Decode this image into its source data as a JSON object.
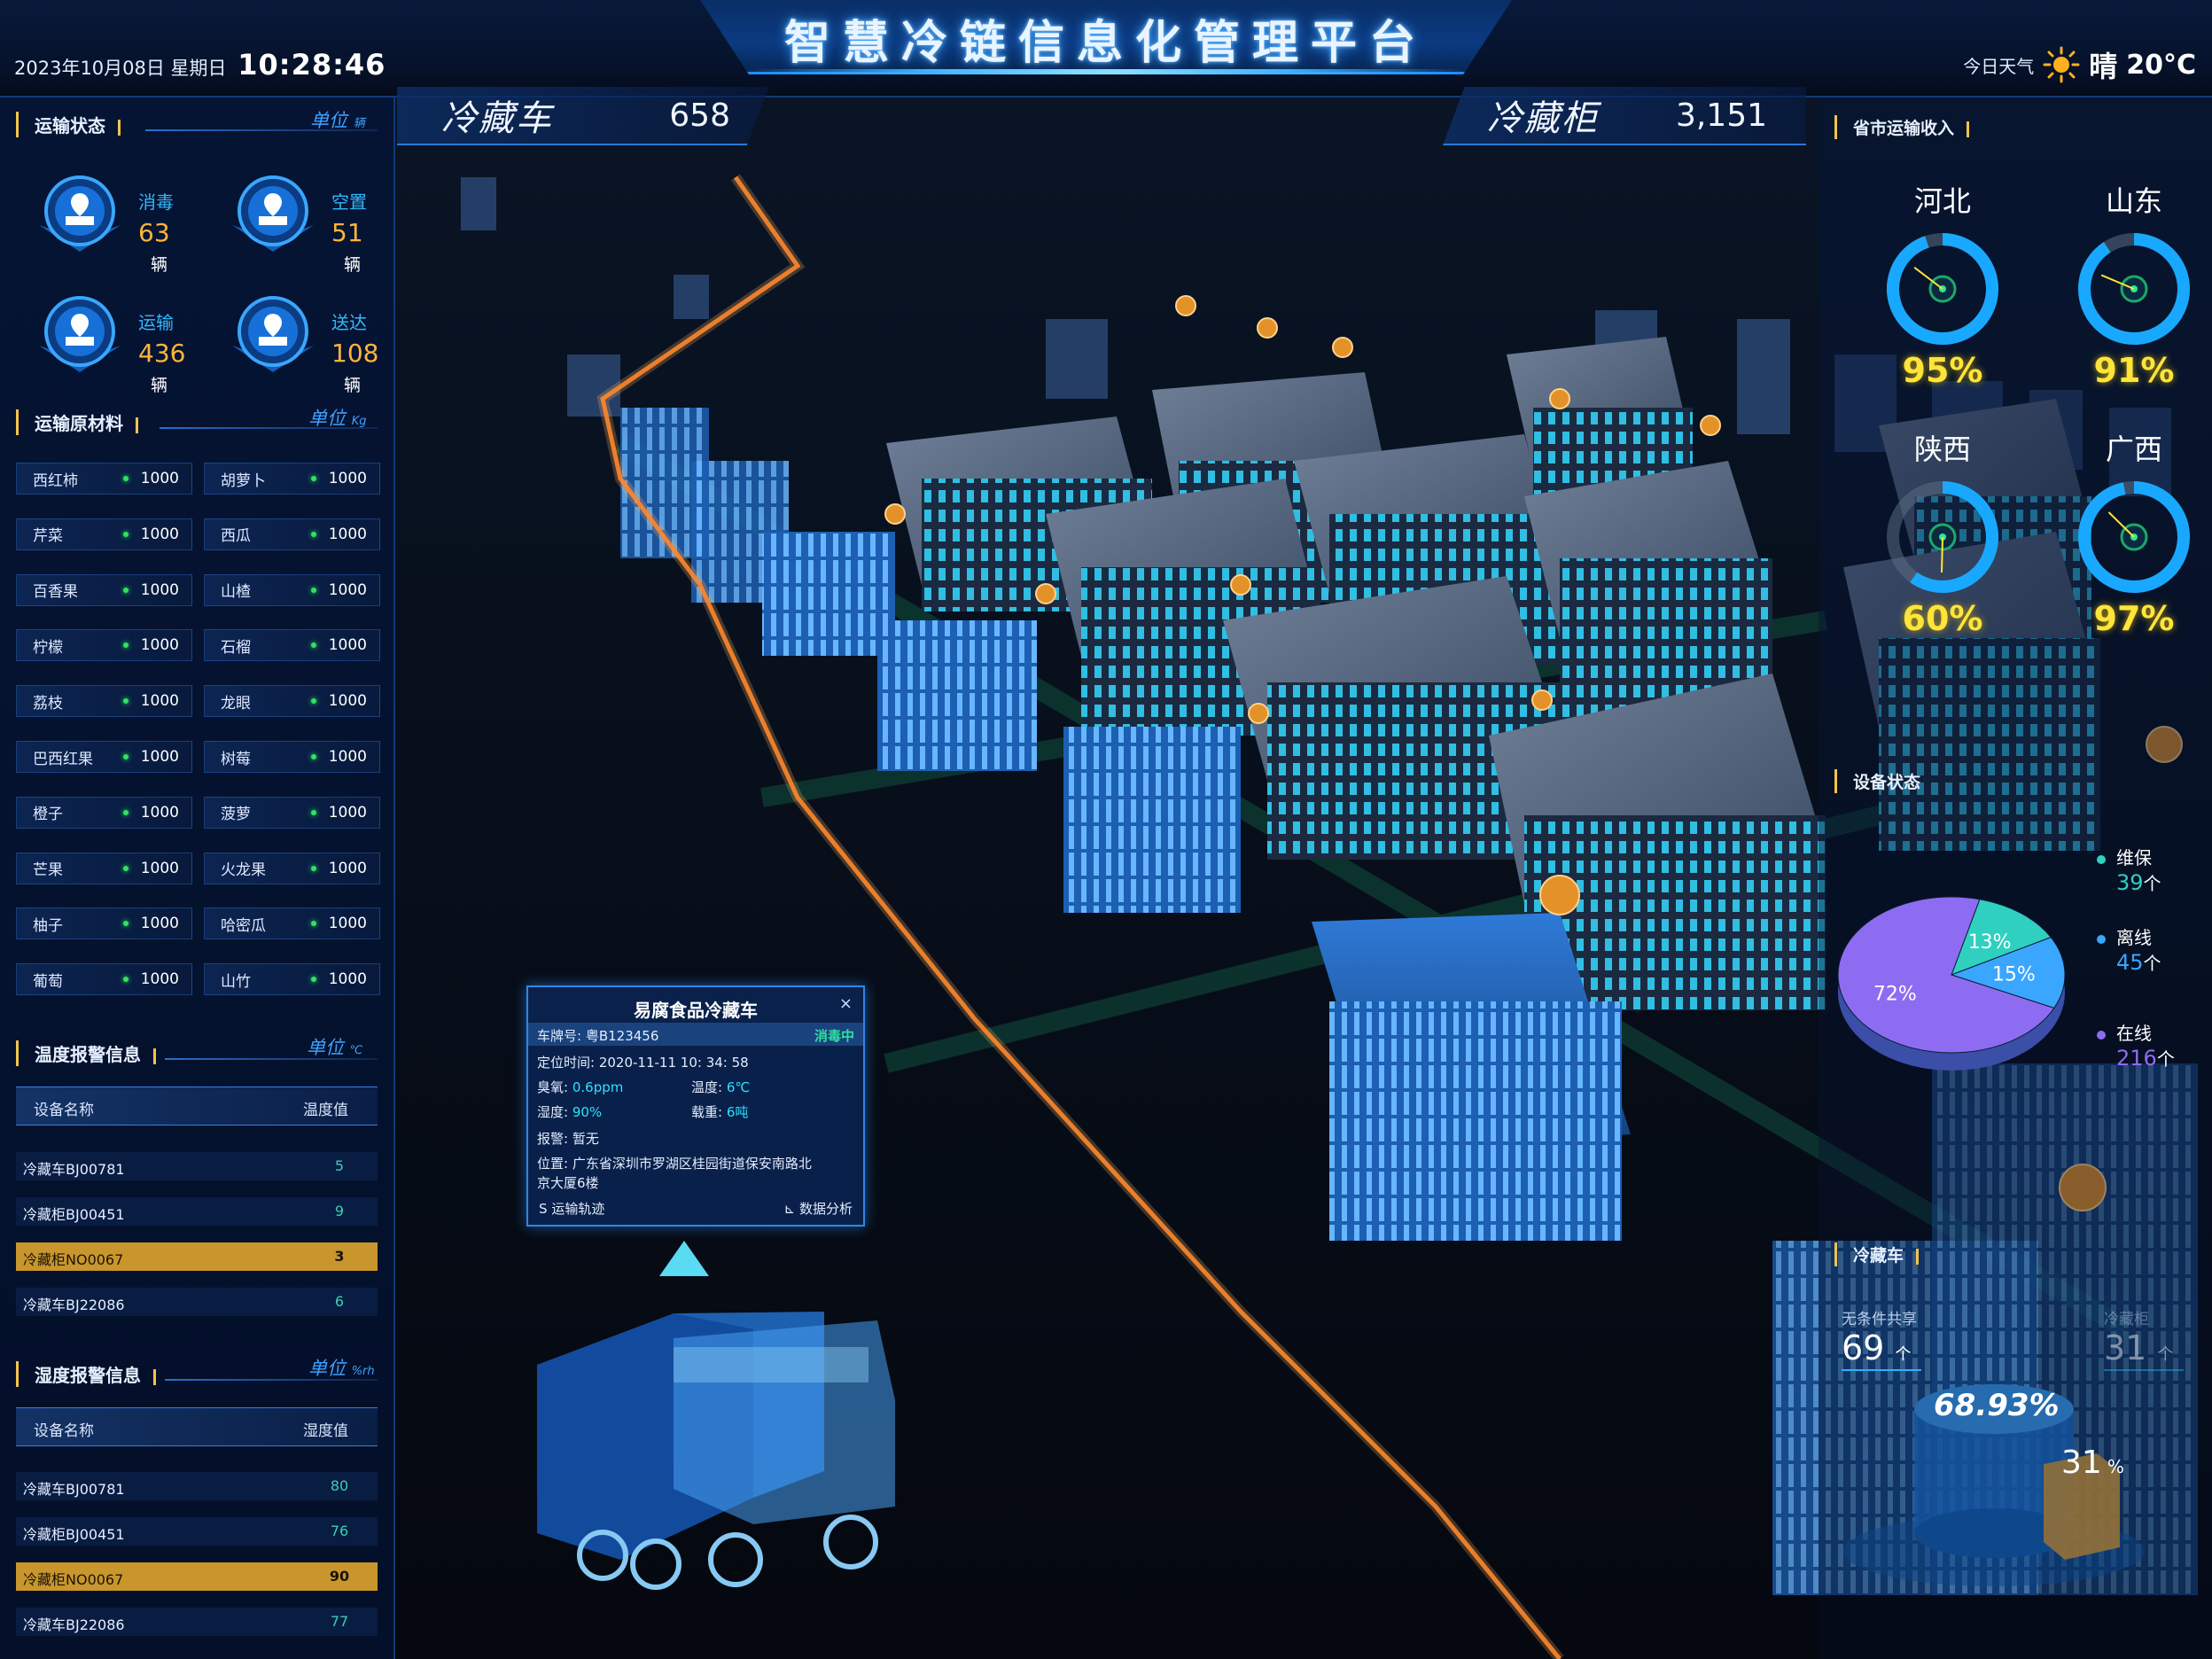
{
  "header": {
    "title": "智慧冷链信息化管理平台",
    "date": "2023年10月08日 星期日",
    "time": "10:28:46",
    "weather_label": "今日天气",
    "weather_condition": "晴",
    "temperature": "20°C"
  },
  "top_stats": {
    "truck_label": "冷藏车",
    "truck_value": "658",
    "cabinet_label": "冷藏柜",
    "cabinet_value": "3,151"
  },
  "transport_status": {
    "title": "运输状态",
    "unit_label": "单位",
    "unit": "辆",
    "cards": [
      {
        "label": "消毒",
        "value": "63",
        "unit": "辆"
      },
      {
        "label": "空置",
        "value": "51",
        "unit": "辆"
      },
      {
        "label": "运输",
        "value": "436",
        "unit": "辆"
      },
      {
        "label": "送达",
        "value": "108",
        "unit": "辆"
      }
    ]
  },
  "materials": {
    "title": "运输原材料",
    "unit_label": "单位",
    "unit": "Kg",
    "items": [
      {
        "name": "西红柿",
        "value": "1000"
      },
      {
        "name": "胡萝卜",
        "value": "1000"
      },
      {
        "name": "芹菜",
        "value": "1000"
      },
      {
        "name": "西瓜",
        "value": "1000"
      },
      {
        "name": "百香果",
        "value": "1000"
      },
      {
        "name": "山楂",
        "value": "1000"
      },
      {
        "name": "柠檬",
        "value": "1000"
      },
      {
        "name": "石榴",
        "value": "1000"
      },
      {
        "name": "荔枝",
        "value": "1000"
      },
      {
        "name": "龙眼",
        "value": "1000"
      },
      {
        "name": "巴西红果",
        "value": "1000"
      },
      {
        "name": "树莓",
        "value": "1000"
      },
      {
        "name": "橙子",
        "value": "1000"
      },
      {
        "name": "菠萝",
        "value": "1000"
      },
      {
        "name": "芒果",
        "value": "1000"
      },
      {
        "name": "火龙果",
        "value": "1000"
      },
      {
        "name": "柚子",
        "value": "1000"
      },
      {
        "name": "哈密瓜",
        "value": "1000"
      },
      {
        "name": "葡萄",
        "value": "1000"
      },
      {
        "name": "山竹",
        "value": "1000"
      }
    ]
  },
  "temp_alarm": {
    "title": "温度报警信息",
    "unit_label": "单位",
    "unit": "℃",
    "col_name": "设备名称",
    "col_value": "温度值",
    "rows": [
      {
        "name": "冷藏车BJ00781",
        "value": "5",
        "warn": false
      },
      {
        "name": "冷藏柜BJ00451",
        "value": "9",
        "warn": false
      },
      {
        "name": "冷藏柜NO0067",
        "value": "3",
        "warn": true
      },
      {
        "name": "冷藏车BJ22086",
        "value": "6",
        "warn": false
      }
    ]
  },
  "humidity_alarm": {
    "title": "湿度报警信息",
    "unit_label": "单位",
    "unit": "%rh",
    "col_name": "设备名称",
    "col_value": "湿度值",
    "rows": [
      {
        "name": "冷藏车BJ00781",
        "value": "80",
        "warn": false
      },
      {
        "name": "冷藏柜BJ00451",
        "value": "76",
        "warn": false
      },
      {
        "name": "冷藏柜NO0067",
        "value": "90",
        "warn": true
      },
      {
        "name": "冷藏车BJ22086",
        "value": "77",
        "warn": false
      }
    ]
  },
  "province_income": {
    "title": "省市运输收入",
    "gauges": [
      {
        "name": "河北",
        "percent": 95,
        "label": "95%"
      },
      {
        "name": "山东",
        "percent": 91,
        "label": "91%"
      },
      {
        "name": "陕西",
        "percent": 60,
        "label": "60%"
      },
      {
        "name": "广西",
        "percent": 97,
        "label": "97%"
      }
    ]
  },
  "device_status": {
    "title": "设备状态",
    "slices": [
      {
        "name": "维保",
        "count": "39",
        "unit": "个",
        "percent_label": "13%",
        "percent": 13,
        "color": "#2fd0c0"
      },
      {
        "name": "离线",
        "count": "45",
        "unit": "个",
        "percent_label": "15%",
        "percent": 15,
        "color": "#3aa6ff"
      },
      {
        "name": "在线",
        "count": "216",
        "unit": "个",
        "percent_label": "72%",
        "percent": 72,
        "color": "#8e6cf2"
      }
    ]
  },
  "cold_truck": {
    "title": "冷藏车",
    "shared_label": "无条件共享",
    "shared_value": "69",
    "shared_unit": "个",
    "cabinet_label": "冷藏柜",
    "cabinet_value": "31",
    "cabinet_unit": "个",
    "big_pct": "68.93%",
    "small_pct": "31",
    "small_pct_unit": "%"
  },
  "popup": {
    "title": "易腐食品冷藏车",
    "close": "×",
    "plate_label": "车牌号:",
    "plate": "粤B123456",
    "state": "消毒中",
    "time_label": "定位时间:",
    "time": "2020-11-11 10: 34: 58",
    "ozone_label": "臭氧:",
    "ozone": "0.6ppm",
    "temp_label": "温度:",
    "temp": "6℃",
    "humidity_label": "湿度:",
    "humidity": "90%",
    "load_label": "载重:",
    "load": "6吨",
    "alarm_label": "报警:",
    "alarm": "暂无",
    "location_label": "位置:",
    "location_1": "广东省深圳市罗湖区桂园街道保安南路北",
    "location_2": "京大厦6楼",
    "track_btn": "运输轨迹",
    "analysis_btn": "数据分析"
  },
  "colors": {
    "accent": "#2a8cff",
    "warn_row": "#c9962e",
    "gauge_text": "#ffe43a",
    "route": "#ff7a1a"
  }
}
